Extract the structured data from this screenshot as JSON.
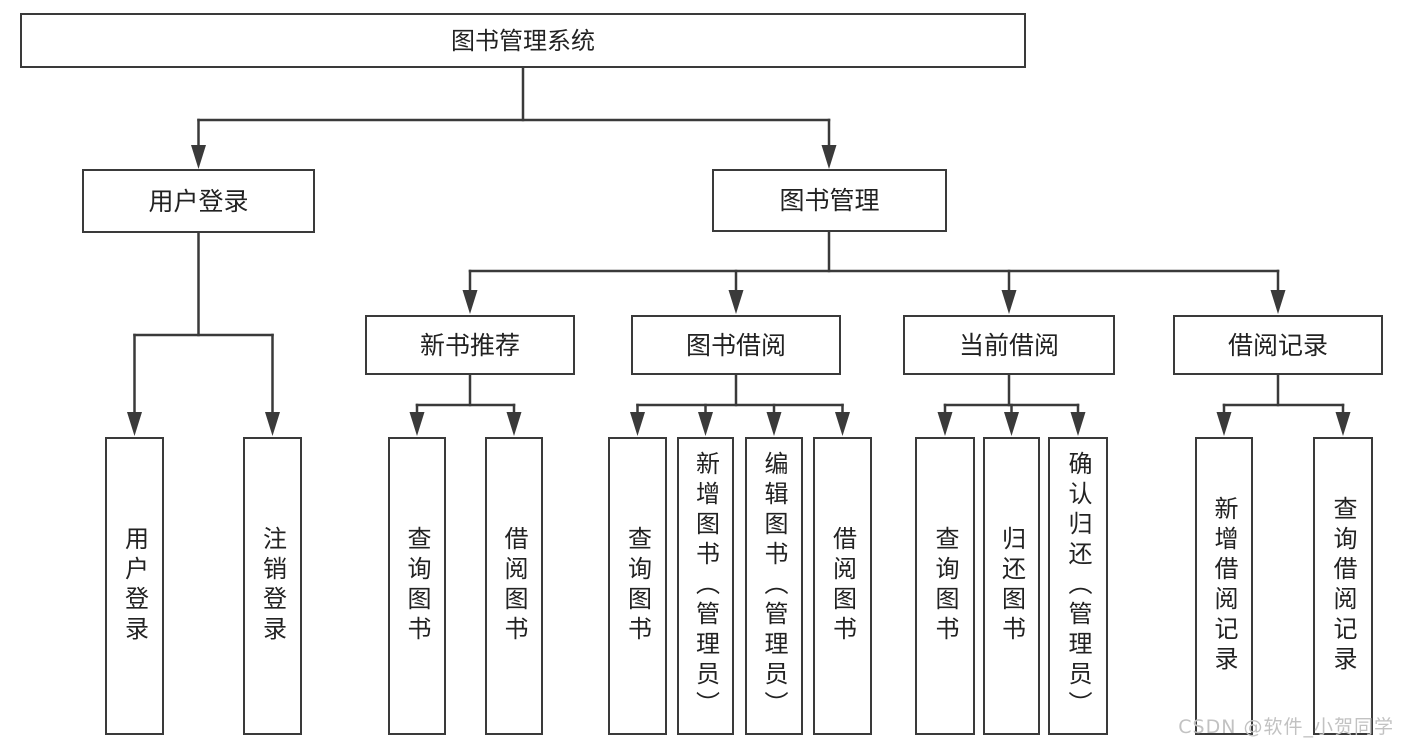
{
  "diagram": {
    "colors": {
      "line": "#3a3a3a",
      "text": "#222222",
      "watermark": "#c2c2c2",
      "background": "#ffffff"
    },
    "tree": {
      "root": {
        "label": "图书管理系统",
        "children": [
          {
            "label": "用户登录",
            "children": [
              {
                "label": "用户登录"
              },
              {
                "label": "注销登录"
              }
            ]
          },
          {
            "label": "图书管理",
            "children": [
              {
                "label": "新书推荐",
                "children": [
                  {
                    "label": "查询图书"
                  },
                  {
                    "label": "借阅图书"
                  }
                ]
              },
              {
                "label": "图书借阅",
                "children": [
                  {
                    "label": "查询图书"
                  },
                  {
                    "label": "新增图书（管理员）"
                  },
                  {
                    "label": "编辑图书（管理员）"
                  },
                  {
                    "label": "借阅图书"
                  }
                ]
              },
              {
                "label": "当前借阅",
                "children": [
                  {
                    "label": "查询图书"
                  },
                  {
                    "label": "归还图书"
                  },
                  {
                    "label": "确认归还（管理员）"
                  }
                ]
              },
              {
                "label": "借阅记录",
                "children": [
                  {
                    "label": "新增借阅记录"
                  },
                  {
                    "label": "查询借阅记录"
                  }
                ]
              }
            ]
          }
        ]
      }
    },
    "watermark": {
      "text": "CSDN @软件_小贺同学"
    }
  }
}
